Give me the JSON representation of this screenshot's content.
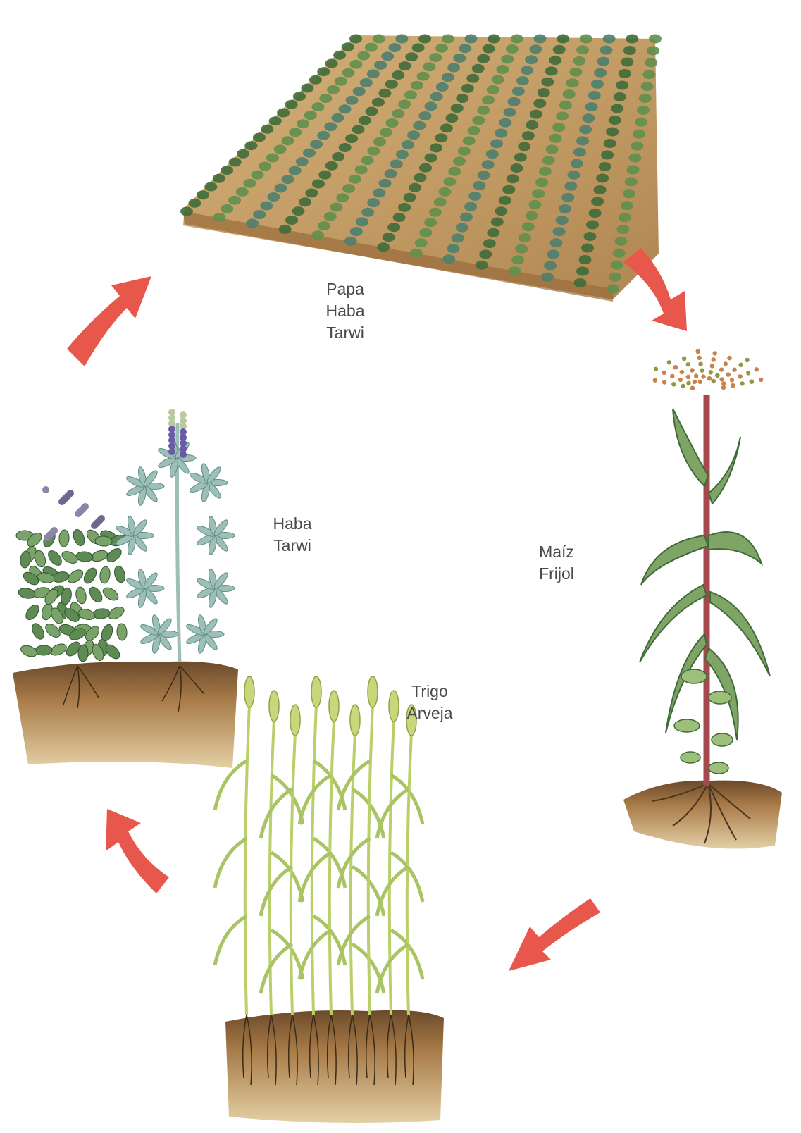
{
  "stages": {
    "field": {
      "crops": [
        "Papa",
        "Haba",
        "Tarwi"
      ]
    },
    "maize": {
      "crops": [
        "Maíz",
        "Frijol"
      ]
    },
    "wheat": {
      "crops": [
        "Trigo",
        "Arveja"
      ]
    },
    "legumes": {
      "crops": [
        "Haba",
        "Tarwi"
      ]
    }
  },
  "colors": {
    "arrow": "#e8574c",
    "soil": "#b98c52",
    "soil_dark": "#7a5632",
    "leaf_dark": "#3f6b3a",
    "leaf_light": "#8cb86a",
    "lupine_leaf": "#9cc0b8",
    "flower": "#6a5aa8",
    "stalk": "#a4494e",
    "wheat": "#c9d77a"
  },
  "arrows": [
    "arrow-field-to-maize",
    "arrow-maize-to-wheat",
    "arrow-wheat-to-legumes",
    "arrow-legumes-to-field"
  ]
}
